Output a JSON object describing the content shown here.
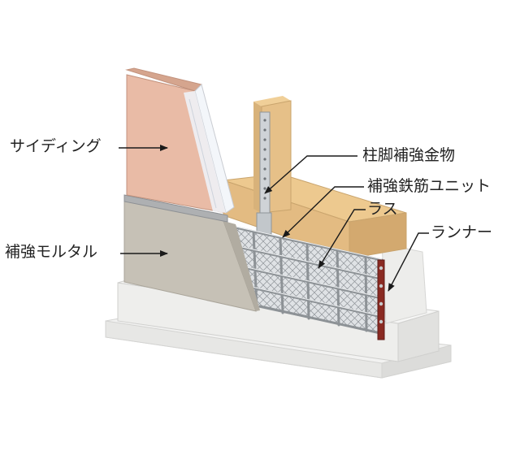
{
  "labels": {
    "siding": "サイディング",
    "mortar": "補強モルタル",
    "bracket": "柱脚補強金物",
    "rebar_unit": "補強鉄筋ユニット",
    "lath": "ラス",
    "runner": "ランナー"
  },
  "colors": {
    "siding": "#e9bba6",
    "mortar": "#c6c1b6",
    "concrete": "#f0f0ef",
    "timber": "#e3bb82",
    "mesh": "#d6dadd",
    "rebar": "#9a9ea2",
    "runner": "#8a2a22",
    "bracket": "#c9ced2"
  },
  "icons": [
    "arrow-icon"
  ]
}
